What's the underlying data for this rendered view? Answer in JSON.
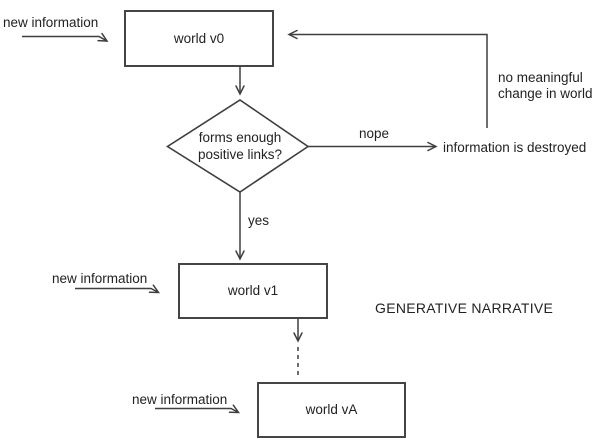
{
  "diagram": {
    "title": "GENERATIVE NARRATIVE",
    "nodes": {
      "world_v0": {
        "label": "world v0"
      },
      "world_v1": {
        "label": "world v1"
      },
      "world_vA": {
        "label": "world vA"
      },
      "decision": {
        "label_line1": "forms enough",
        "label_line2": "positive links?"
      }
    },
    "edges": {
      "input_v0": {
        "label": "new information"
      },
      "input_v1": {
        "label": "new information"
      },
      "input_vA": {
        "label": "new information"
      },
      "decision_no": {
        "label": "nope"
      },
      "decision_yes": {
        "label": "yes"
      },
      "destroyed": {
        "label": "information is destroyed"
      },
      "feedback": {
        "label_line1": "no meaningful",
        "label_line2": "change in world"
      }
    },
    "colors": {
      "line": "#3f3f3f",
      "box_border": "#454545",
      "text": "#222222",
      "background": "#ffffff"
    }
  }
}
